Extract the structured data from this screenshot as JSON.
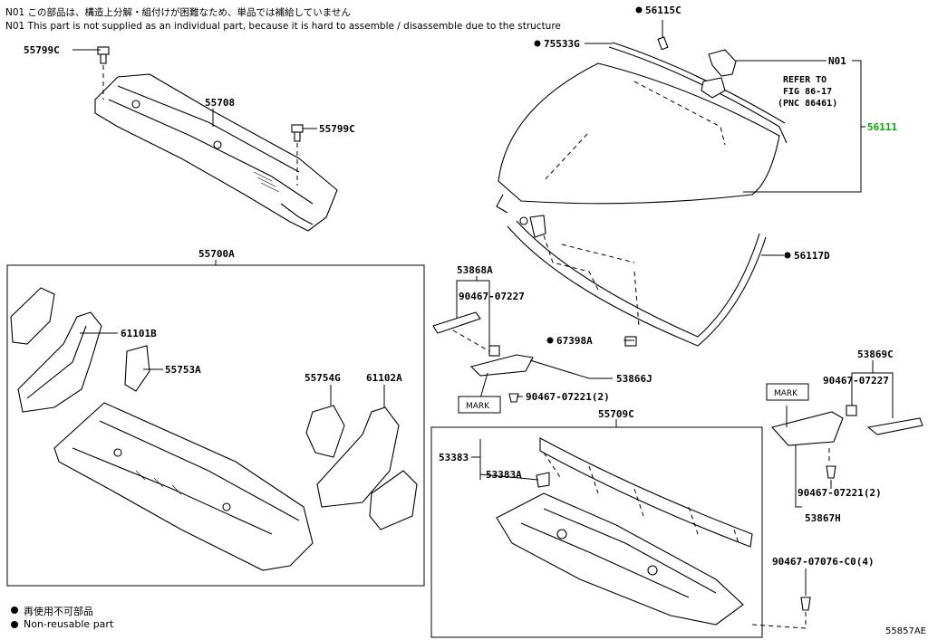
{
  "notes": {
    "jp": "N01 この部品は、構造上分解・組付けが困難なため、単品では補給していません",
    "en": "N01 This part is not supplied as an individual part, because it is hard to assemble / disassemble due to the structure"
  },
  "legend": {
    "jp": "再使用不可部品",
    "en": "Non-reusable part"
  },
  "diagram_code": "55857AE",
  "refer": {
    "line1": "REFER TO",
    "line2": "FIG 86-17",
    "line3": "(PNC 86461)"
  },
  "mark_label": "MARK",
  "colors": {
    "highlight": "#00aa00",
    "ink": "#000000"
  },
  "parts": {
    "p56115C": "56115C",
    "p75533G": "75533G",
    "pN01": "N01",
    "p56111": "56111",
    "p55799C_a": "55799C",
    "p55708": "55708",
    "p55799C_b": "55799C",
    "p56117D": "56117D",
    "p55700A": "55700A",
    "p61101B": "61101B",
    "p55753A": "55753A",
    "p55754G": "55754G",
    "p61102A": "61102A",
    "p53868A": "53868A",
    "p90467_07227_a": "90467-07227",
    "p67398A": "67398A",
    "p53866J": "53866J",
    "p90467_07221_a": "90467-07221(2)",
    "p53869C": "53869C",
    "p90467_07227_b": "90467-07227",
    "p55709C": "55709C",
    "p53383": "53383",
    "p53383A": "53383A",
    "p90467_07221_b": "90467-07221(2)",
    "p53867H": "53867H",
    "p90467_07076": "90467-07076-C0(4)"
  }
}
